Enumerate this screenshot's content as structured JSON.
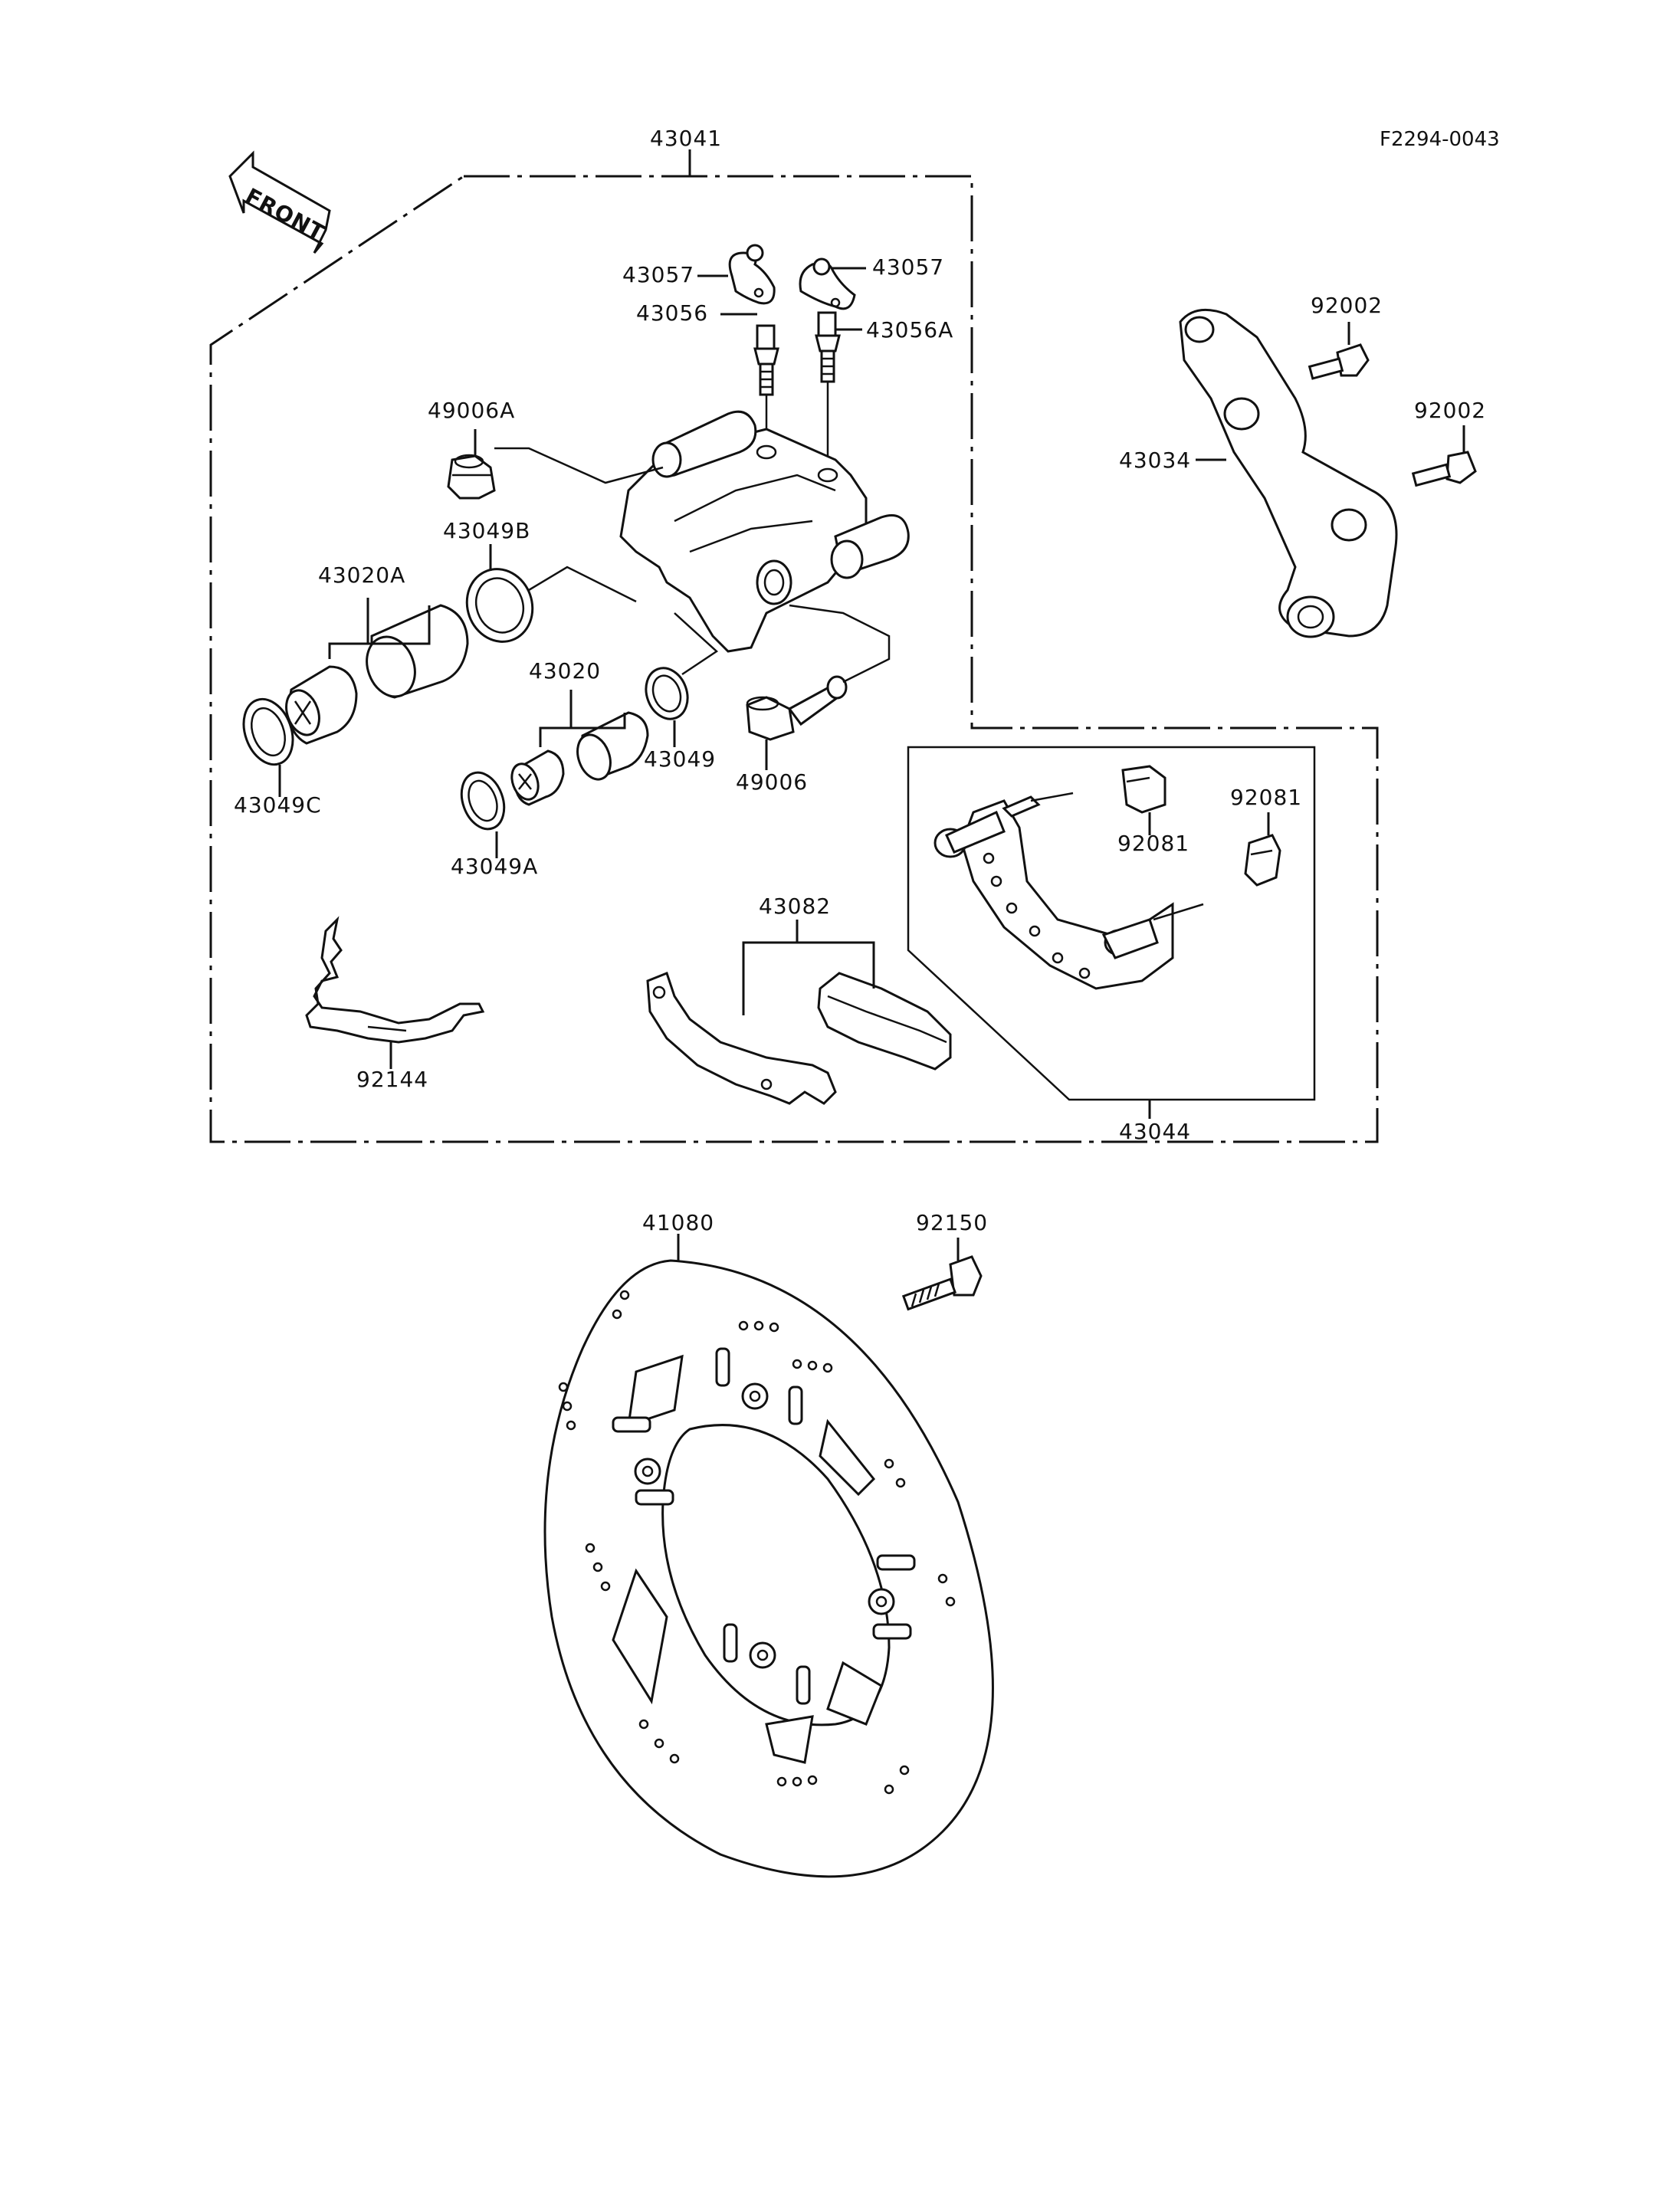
{
  "diagram_code": "F2294-0043",
  "front_label": "FRONT",
  "labels": {
    "l43041": "43041",
    "l43057a": "43057",
    "l43057b": "43057",
    "l43056": "43056",
    "l43056A": "43056A",
    "l49006A": "49006A",
    "l43049B": "43049B",
    "l43020A": "43020A",
    "l43020": "43020",
    "l43049C": "43049C",
    "l43049A": "43049A",
    "l43049": "43049",
    "l49006": "49006",
    "l92002a": "92002",
    "l92002b": "92002",
    "l43034": "43034",
    "l92081a": "92081",
    "l92081b": "92081",
    "l43044": "43044",
    "l43082": "43082",
    "l92144": "92144",
    "l41080": "41080",
    "l92150": "92150"
  }
}
